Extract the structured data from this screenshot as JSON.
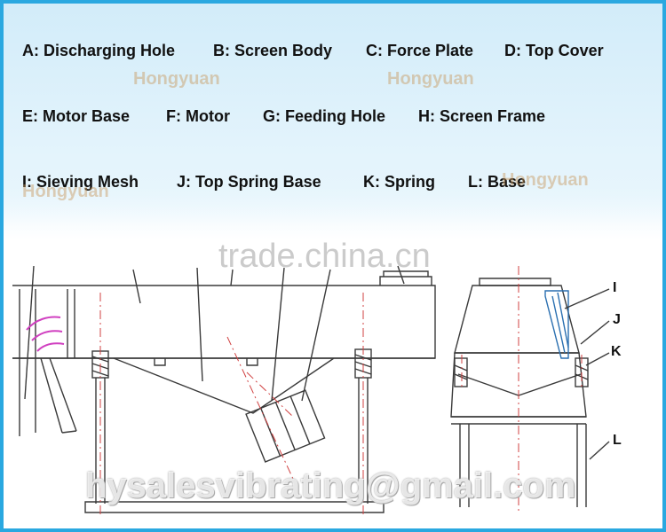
{
  "legend": {
    "a": "A: Discharging Hole",
    "b": "B: Screen Body",
    "c": "C: Force Plate",
    "d": "D: Top Cover",
    "e": "E: Motor Base",
    "f": "F: Motor",
    "g": "G: Feeding Hole",
    "h": "H: Screen Frame",
    "i": "I: Sieving Mesh",
    "j": "J: Top Spring Base",
    "k": "K: Spring",
    "l": "L: Base"
  },
  "callouts": {
    "i": "I",
    "j": "J",
    "k": "K",
    "l": "L"
  },
  "watermarks": {
    "hongyuan": "Hongyuan",
    "site": "trade.china.cn",
    "email": "hysalesvibrating@gmail.com"
  },
  "colors": {
    "frame": "#2aa8e0",
    "line": "#3a3a3a",
    "centerline": "#d04040",
    "accent": "#d040c0"
  }
}
